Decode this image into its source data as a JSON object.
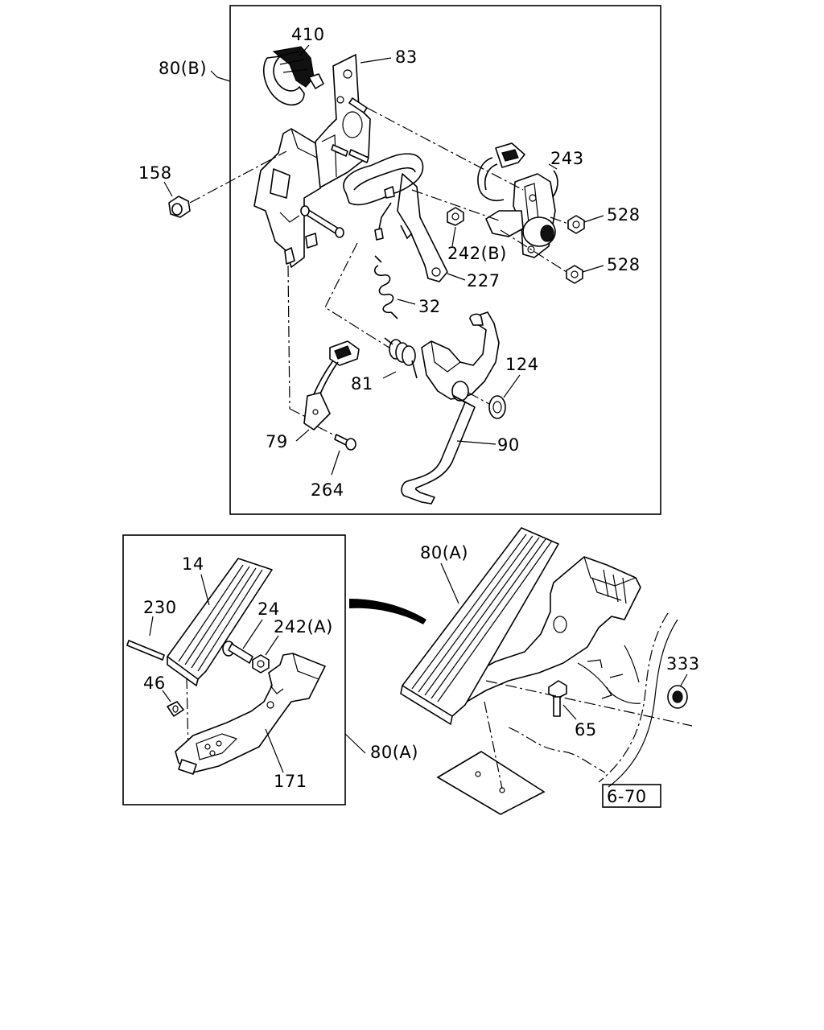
{
  "callouts": {
    "c410": "410",
    "c83": "83",
    "c80b": "80(B)",
    "c158": "158",
    "c243": "243",
    "c528a": "528",
    "c528b": "528",
    "c242b": "242(B)",
    "c227": "227",
    "c32": "32",
    "c124": "124",
    "c81": "81",
    "c79": "79",
    "c90": "90",
    "c264": "264",
    "c14": "14",
    "c80a_top": "80(A)",
    "c230": "230",
    "c24": "24",
    "c242a": "242(A)",
    "c46": "46",
    "c333": "333",
    "c65": "65",
    "c80a_side": "80(A)",
    "c171": "171"
  },
  "reference_box": "6-70"
}
